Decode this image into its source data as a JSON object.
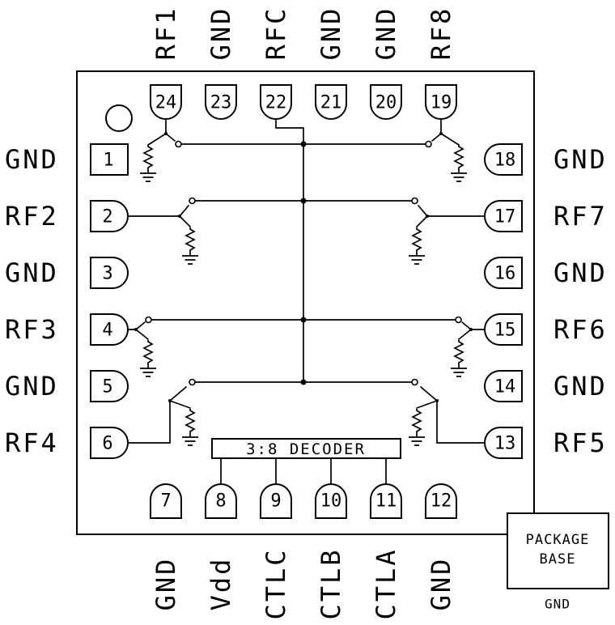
{
  "decoder": {
    "label": "3:8 DECODER"
  },
  "package_base": {
    "line1": "PACKAGE",
    "line2": "BASE",
    "ground_label": "GND"
  },
  "pins": {
    "top": [
      {
        "number": "24",
        "label": "RF1"
      },
      {
        "number": "23",
        "label": "GND"
      },
      {
        "number": "22",
        "label": "RFC"
      },
      {
        "number": "21",
        "label": "GND"
      },
      {
        "number": "20",
        "label": "GND"
      },
      {
        "number": "19",
        "label": "RF8"
      }
    ],
    "bottom": [
      {
        "number": "7",
        "label": "GND"
      },
      {
        "number": "8",
        "label": "Vdd"
      },
      {
        "number": "9",
        "label": "CTLC"
      },
      {
        "number": "10",
        "label": "CTLB"
      },
      {
        "number": "11",
        "label": "CTLA"
      },
      {
        "number": "12",
        "label": "GND"
      }
    ],
    "left": [
      {
        "number": "1",
        "label": "GND"
      },
      {
        "number": "2",
        "label": "RF2"
      },
      {
        "number": "3",
        "label": "GND"
      },
      {
        "number": "4",
        "label": "RF3"
      },
      {
        "number": "5",
        "label": "GND"
      },
      {
        "number": "6",
        "label": "RF4"
      }
    ],
    "right": [
      {
        "number": "18",
        "label": "GND"
      },
      {
        "number": "17",
        "label": "RF7"
      },
      {
        "number": "16",
        "label": "GND"
      },
      {
        "number": "15",
        "label": "RF6"
      },
      {
        "number": "14",
        "label": "GND"
      },
      {
        "number": "13",
        "label": "RF5"
      }
    ]
  },
  "colors": {
    "line": "#000000",
    "background": "#ffffff"
  }
}
